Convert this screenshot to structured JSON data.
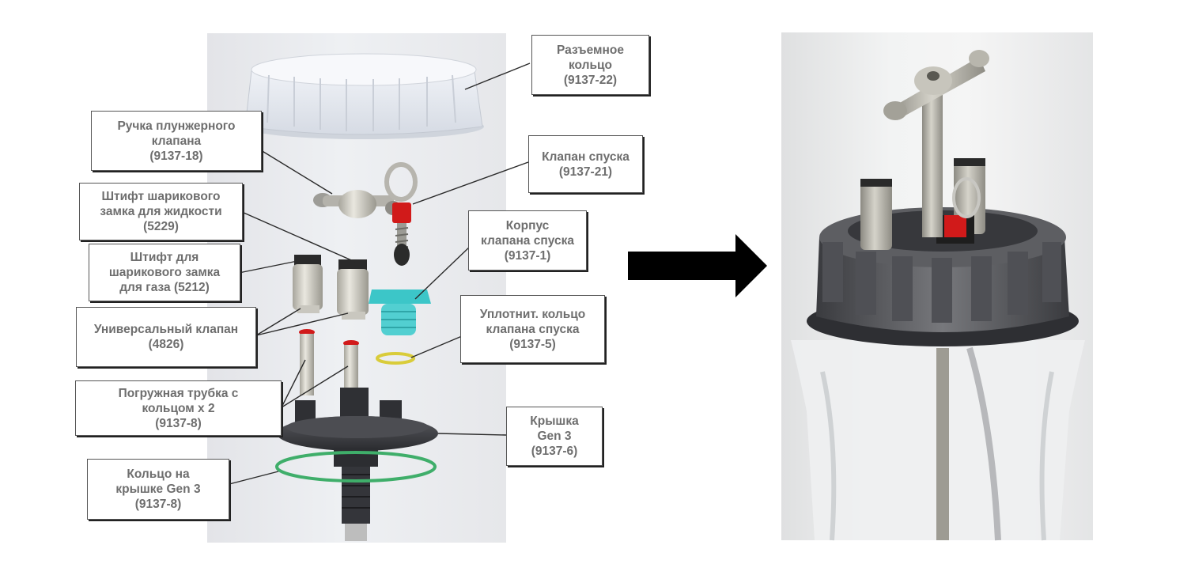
{
  "labels": {
    "split_ring": [
      "Разъемное",
      "кольцо",
      "(9137-22)"
    ],
    "plunger_handle": [
      "Ручка плунжерного",
      "клапана",
      "(9137-18)"
    ],
    "drain_valve": [
      "Клапан спуска",
      "(9137-21)"
    ],
    "liquid_pin": [
      "Штифт шарикового",
      "замка для жидкости",
      "(5229)"
    ],
    "drain_body": [
      "Корпус",
      "клапана спуска",
      "(9137-1)"
    ],
    "gas_pin": [
      "Штифт для",
      "шарикового замка",
      "для газа (5212)"
    ],
    "universal_valve": [
      "Универсальный клапан",
      "(4826)"
    ],
    "drain_seal": [
      "Уплотнит. кольцо",
      "клапана спуска",
      "(9137-5)"
    ],
    "dip_tube": [
      "Погружная трубка с",
      "кольцом х 2",
      "(9137-8)"
    ],
    "lid": [
      "Крышка",
      "Gen 3",
      "(9137-6)"
    ],
    "lid_ring": [
      "Кольцо на",
      "крышке Gen 3",
      "(9137-8)"
    ]
  },
  "colors": {
    "accent_red": "#d11a1a",
    "teal": "#3cc6c8",
    "seal_yellow": "#d9cc3a",
    "oring_green": "#3fae6a",
    "lid_dark": "#3a3b3f",
    "arrow": "#000000"
  }
}
